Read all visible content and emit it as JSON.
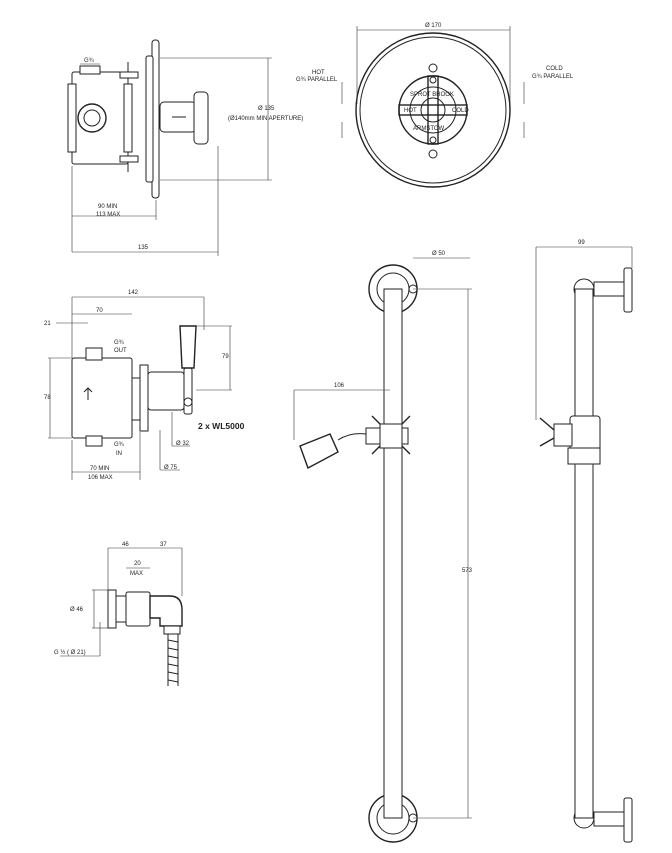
{
  "views": {
    "side_valve": {
      "dim_thread_top": "G¾",
      "dim_dia": "Ø 135",
      "dim_aperture": "(Ø140mm MIN APERTURE)",
      "dim_depth_min": "90 MIN",
      "dim_depth_max": "113 MAX",
      "dim_total": "135"
    },
    "front_plate": {
      "dim_dia": "Ø 170",
      "hot_label": "HOT",
      "hot_thread": "G¾ PARALLEL",
      "cold_label": "COLD",
      "cold_thread": "G¾ PARALLEL",
      "handle_text_top": "SPROT BROOK",
      "handle_text_bottom": "ARMSTOW",
      "handle_text_left": "HOT",
      "handle_text_right": "COLD"
    },
    "body_view": {
      "dim_total": "142",
      "dim_70": "70",
      "dim_21": "21",
      "dim_out": "G¾",
      "dim_out_label": "OUT",
      "dim_79": "79",
      "dim_78": "78",
      "dim_in": "G¾",
      "dim_in_label": "IN",
      "dim_32": "Ø 32",
      "dim_75": "Ø 75",
      "dim_min": "70 MIN",
      "dim_max": "106 MAX",
      "note": "2 x WL5000"
    },
    "outlet_elbow": {
      "dim_46": "46",
      "dim_37": "37",
      "dim_20": "20",
      "dim_max": "MAX",
      "dim_dia": "Ø 46",
      "dim_thread": "G ½ ( Ø 21)"
    },
    "riser_front": {
      "dim_dia": "Ø 50",
      "dim_106": "106",
      "dim_573": "573"
    },
    "riser_side": {
      "dim_99": "99"
    }
  }
}
